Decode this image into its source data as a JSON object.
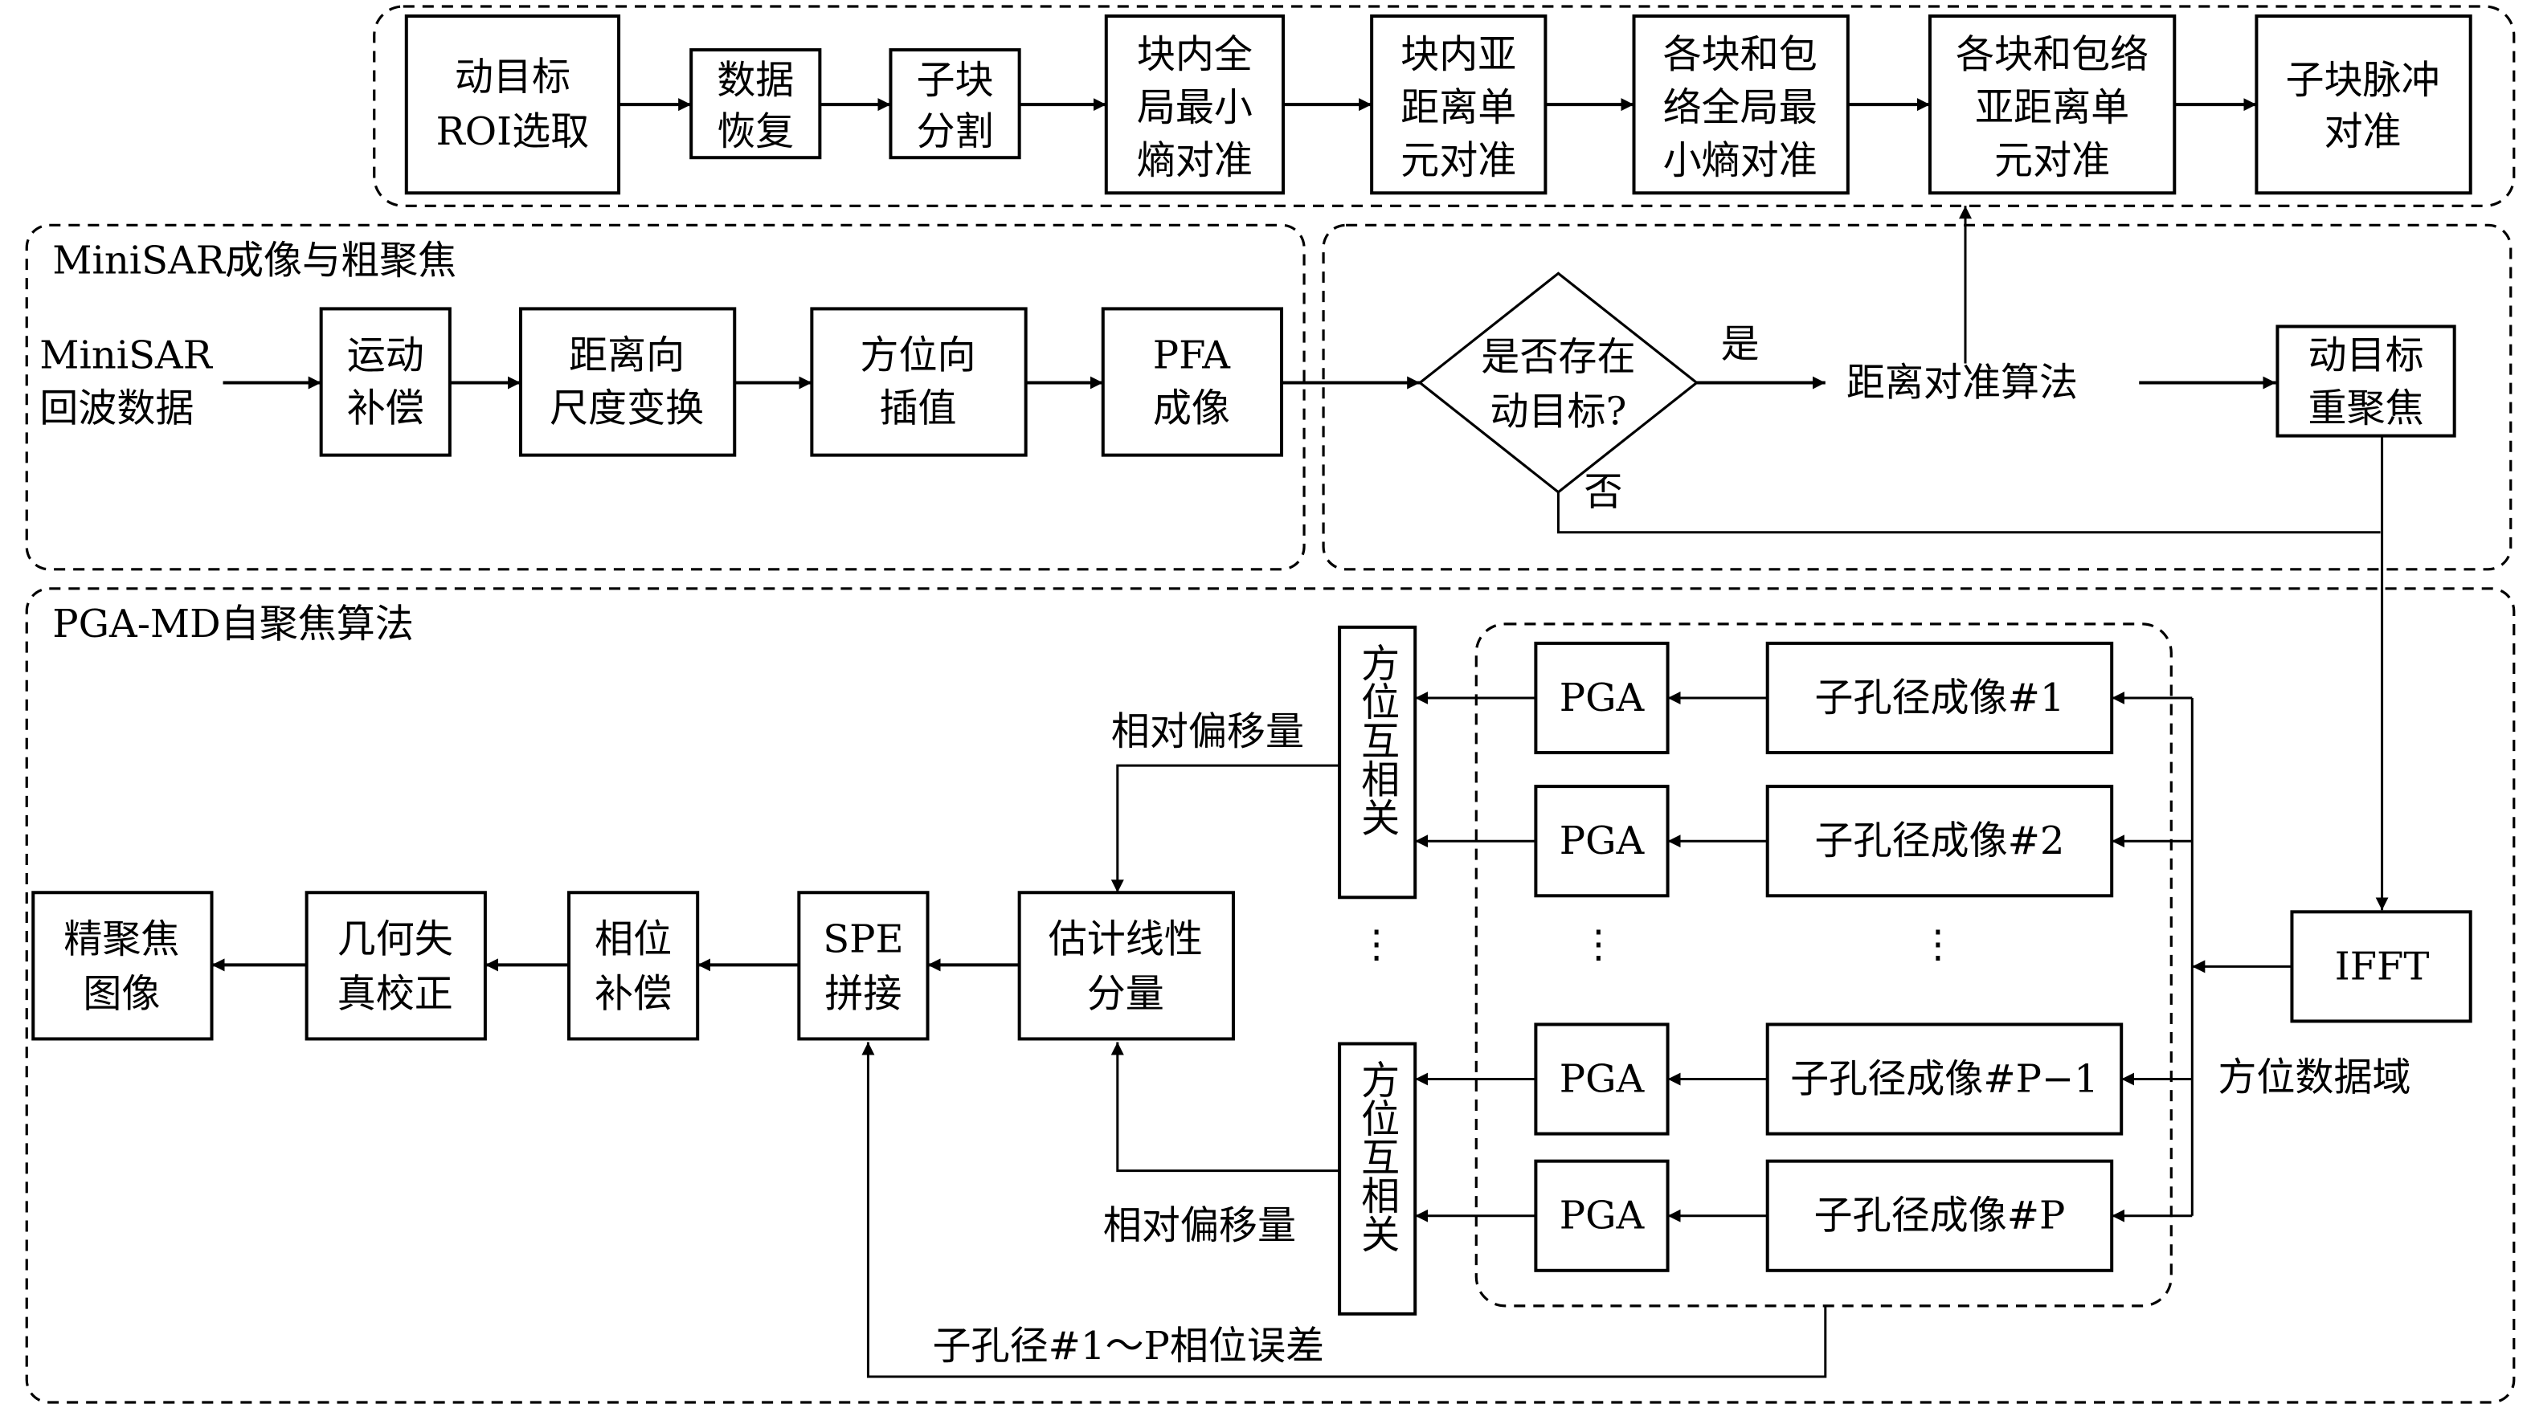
{
  "top_group": {
    "boxes": [
      {
        "lines": [
          "动目标",
          "ROI选取"
        ]
      },
      {
        "lines": [
          "数据",
          "恢复"
        ]
      },
      {
        "lines": [
          "子块",
          "分割"
        ]
      },
      {
        "lines": [
          "块内全",
          "局最小",
          "熵对准"
        ]
      },
      {
        "lines": [
          "块内亚",
          "距离单",
          "元对准"
        ]
      },
      {
        "lines": [
          "各块和包",
          "络全局最",
          "小熵对准"
        ]
      },
      {
        "lines": [
          "各块和包络",
          "亚距离单",
          "元对准"
        ]
      },
      {
        "lines": [
          "子块脉冲",
          "对准"
        ]
      }
    ]
  },
  "minisar_group": {
    "title": "MiniSAR成像与粗聚焦",
    "input": [
      "MiniSAR",
      "回波数据"
    ],
    "boxes": [
      {
        "lines": [
          "运动",
          "补偿"
        ]
      },
      {
        "lines": [
          "距离向",
          "尺度变换"
        ]
      },
      {
        "lines": [
          "方位向",
          "插值"
        ]
      },
      {
        "lines": [
          "PFA",
          "成像"
        ]
      }
    ]
  },
  "decision_group": {
    "decision": [
      "是否存在",
      "动目标?"
    ],
    "yes_label": "是",
    "no_label": "否",
    "range_align": "距离对准算法",
    "refocus": [
      "动目标",
      "重聚焦"
    ]
  },
  "pga_group": {
    "title": "PGA-MD自聚焦算法",
    "output_chain": [
      {
        "lines": [
          "精聚焦",
          "图像"
        ]
      },
      {
        "lines": [
          "几何失",
          "真校正"
        ]
      },
      {
        "lines": [
          "相位",
          "补偿"
        ]
      },
      {
        "lines": [
          "SPE",
          "拼接"
        ]
      },
      {
        "lines": [
          "估计线性",
          "分量"
        ]
      }
    ],
    "offset_label_top": "相对偏移量",
    "offset_label_bottom": "相对偏移量",
    "xcorr_label": "方位互相关",
    "pga_label": "PGA",
    "subapertures": [
      "子孔径成像#1",
      "子孔径成像#2",
      "子孔径成像#P−1",
      "子孔径成像#P"
    ],
    "ellipsis": "⋮",
    "ifft": "IFFT",
    "azimuth_domain": "方位数据域",
    "phase_error": "子孔径#1～P相位误差"
  }
}
